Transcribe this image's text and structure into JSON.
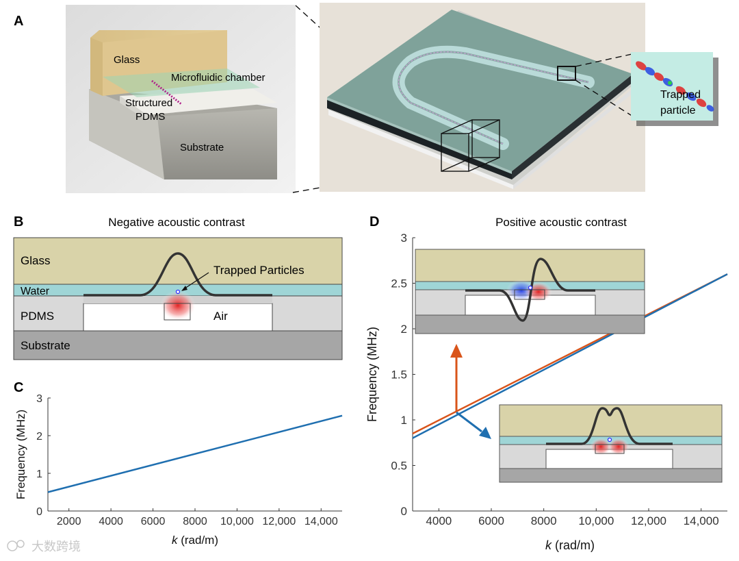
{
  "panels": {
    "a": {
      "letter": "A",
      "labels": {
        "glass": "Glass",
        "chamber": "Microfluidic chamber",
        "structured1": "Structured",
        "structured2": "PDMS",
        "substrate": "Substrate",
        "trapped1": "Trapped",
        "trapped2": "particle"
      }
    },
    "b": {
      "letter": "B",
      "title": "Negative acoustic contrast",
      "layers": {
        "glass": "Glass",
        "water": "Water",
        "pdms": "PDMS",
        "air": "Air",
        "substrate": "Substrate"
      },
      "annotation": "Trapped Particles"
    },
    "d": {
      "letter": "D",
      "title": "Positive acoustic contrast"
    }
  },
  "chart_data": [
    {
      "id": "C",
      "type": "line",
      "title": "",
      "xlabel_italic": "k",
      "xlabel_rest": " (rad/m)",
      "ylabel": "Frequency (MHz)",
      "xlim": [
        1000,
        15000
      ],
      "ylim": [
        0,
        3
      ],
      "xtick_values": [
        2000,
        4000,
        6000,
        8000,
        10000,
        12000,
        14000
      ],
      "xtick_labels": [
        "2000",
        "4000",
        "6000",
        "8000",
        "10,000",
        "12,000",
        "14,000"
      ],
      "ytick_values": [
        0,
        1,
        2,
        3
      ],
      "ytick_labels": [
        "0",
        "1",
        "2",
        "3"
      ],
      "grid": false,
      "series": [
        {
          "color": "#1f6fb0",
          "x": [
            1000,
            15000
          ],
          "y": [
            0.5,
            2.53
          ]
        }
      ]
    },
    {
      "id": "D",
      "type": "line",
      "title": "Positive acoustic contrast",
      "xlabel_italic": "k",
      "xlabel_rest": " (rad/m)",
      "ylabel": "Frequency (MHz)",
      "xlim": [
        3000,
        15000
      ],
      "ylim": [
        0,
        3
      ],
      "xtick_values": [
        4000,
        6000,
        8000,
        10000,
        12000,
        14000
      ],
      "xtick_labels": [
        "4000",
        "6000",
        "8000",
        "10,000",
        "12,000",
        "14,000"
      ],
      "ytick_values": [
        0,
        0.5,
        1,
        1.5,
        2,
        2.5,
        3
      ],
      "ytick_labels": [
        "0",
        "0.5",
        "1",
        "1.5",
        "2",
        "2.5",
        "3"
      ],
      "grid": false,
      "series": [
        {
          "color": "#d9541a",
          "x": [
            3000,
            15000
          ],
          "y": [
            0.85,
            2.6
          ]
        },
        {
          "color": "#1f6fb0",
          "x": [
            3000,
            15000
          ],
          "y": [
            0.8,
            2.6
          ]
        }
      ]
    }
  ],
  "colors": {
    "glass": "#d9d3a9",
    "water": "#9fd5d6",
    "pdms": "#d9d9d9",
    "air": "#ffffff",
    "substrate": "#a6a6a6",
    "orange": "#d9541a",
    "blue": "#1f6fb0"
  },
  "watermark": "大数跨境"
}
